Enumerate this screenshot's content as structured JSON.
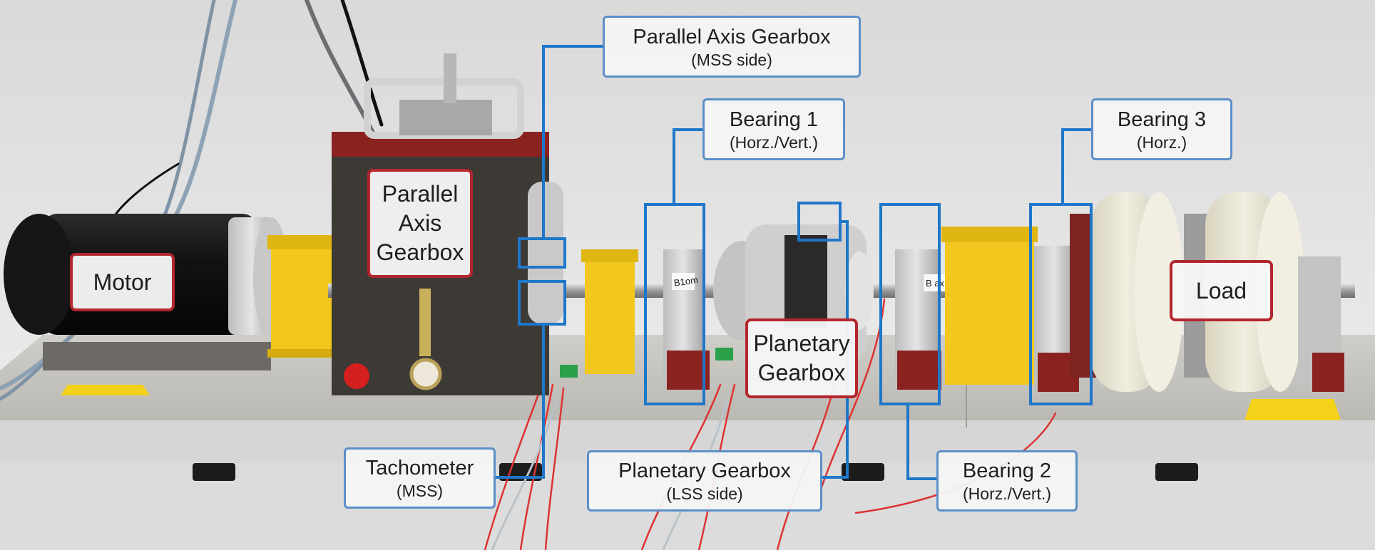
{
  "component_labels": {
    "motor": "Motor",
    "parallel_axis_gearbox": [
      "Parallel",
      "Axis",
      "Gearbox"
    ],
    "planetary_gearbox": [
      "Planetary",
      "Gearbox"
    ],
    "load": "Load"
  },
  "sensor_labels": {
    "parallel_axis_gearbox_mss": {
      "title": "Parallel Axis  Gearbox",
      "detail": "(MSS side)"
    },
    "bearing_1": {
      "title": "Bearing 1",
      "detail": "(Horz./Vert.)"
    },
    "bearing_3": {
      "title": "Bearing 3",
      "detail": "(Horz.)"
    },
    "tachometer": {
      "title": "Tachometer",
      "detail": "(MSS)"
    },
    "planetary_gearbox_lss": {
      "title": "Planetary Gearbox",
      "detail": "(LSS side)"
    },
    "bearing_2": {
      "title": "Bearing 2",
      "detail": "(Horz./Vert.)"
    }
  },
  "sticker_texts": {
    "b1": "B1om",
    "b2": "B ax"
  },
  "colors": {
    "callout_line": "#1f77c9",
    "callout_box_border": "#5b8fc9",
    "component_box_border": "#b3262d",
    "guard_yellow": "#f2c81e",
    "brake_cream": "#ece9d7",
    "gearbox_body": "#3d3935",
    "gearbox_top": "#8a2320"
  }
}
